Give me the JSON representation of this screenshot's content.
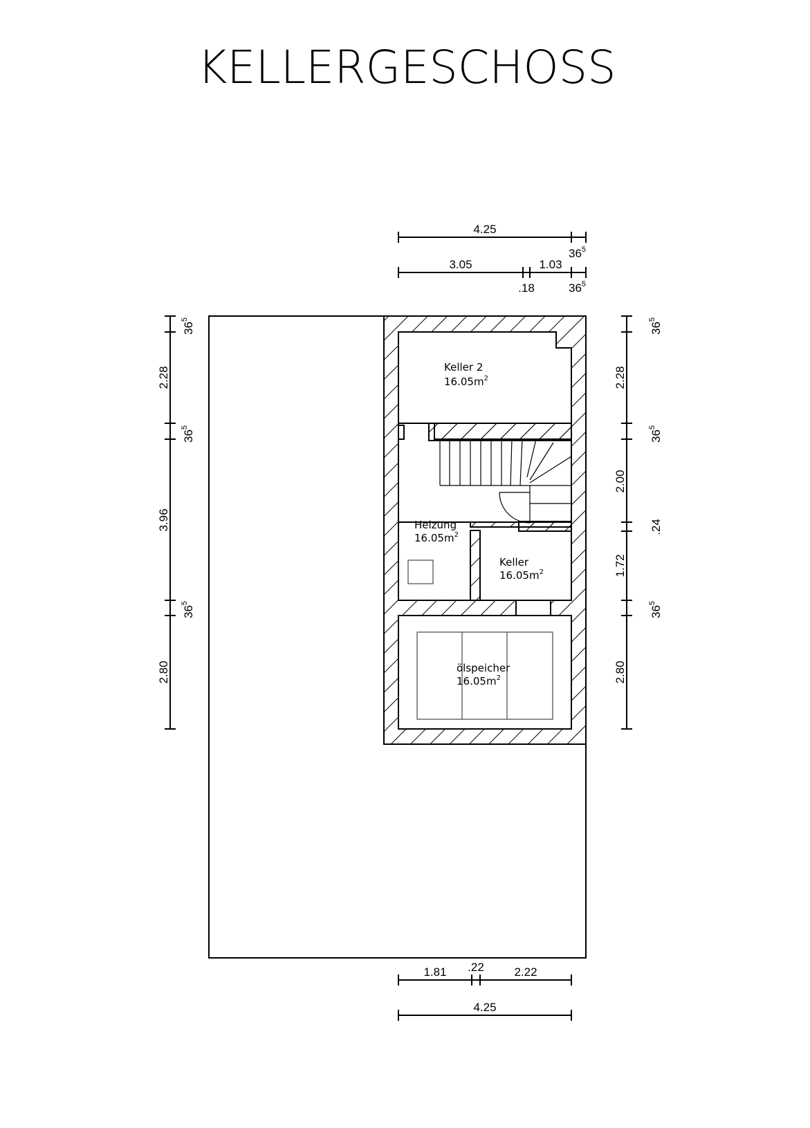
{
  "title": "KELLERGESCHOSS",
  "rooms": [
    {
      "name": "Keller 2",
      "area": "16.05m",
      "unit_sup": "2"
    },
    {
      "name": "Heizung",
      "area": "16.05m",
      "unit_sup": "2"
    },
    {
      "name": "Keller",
      "area": "16.05m",
      "unit_sup": "2"
    },
    {
      "name": "ölspeicher",
      "area": "16.05m",
      "unit_sup": "2"
    }
  ],
  "dimensions": {
    "top": {
      "overall": "4.25",
      "wall_end": {
        "base": "36",
        "sup": "5"
      },
      "segments": [
        "3.05",
        ".18",
        "1.03"
      ],
      "wall_end_2": {
        "base": "36",
        "sup": "5"
      }
    },
    "left": {
      "labels": [
        "2.28",
        "3.96",
        "2.80"
      ],
      "walls": [
        {
          "base": "36",
          "sup": "5"
        },
        {
          "base": "36",
          "sup": "5"
        },
        {
          "base": "36",
          "sup": "5"
        }
      ]
    },
    "right": {
      "labels": [
        "2.28",
        "2.00",
        ".24",
        "1.72",
        "2.80"
      ],
      "walls": [
        {
          "base": "36",
          "sup": "5"
        },
        {
          "base": "36",
          "sup": "5"
        },
        {
          "base": "36",
          "sup": "5"
        }
      ]
    },
    "bottom": {
      "segments": [
        "1.81",
        ".22",
        "2.22"
      ],
      "overall": "4.25"
    }
  }
}
